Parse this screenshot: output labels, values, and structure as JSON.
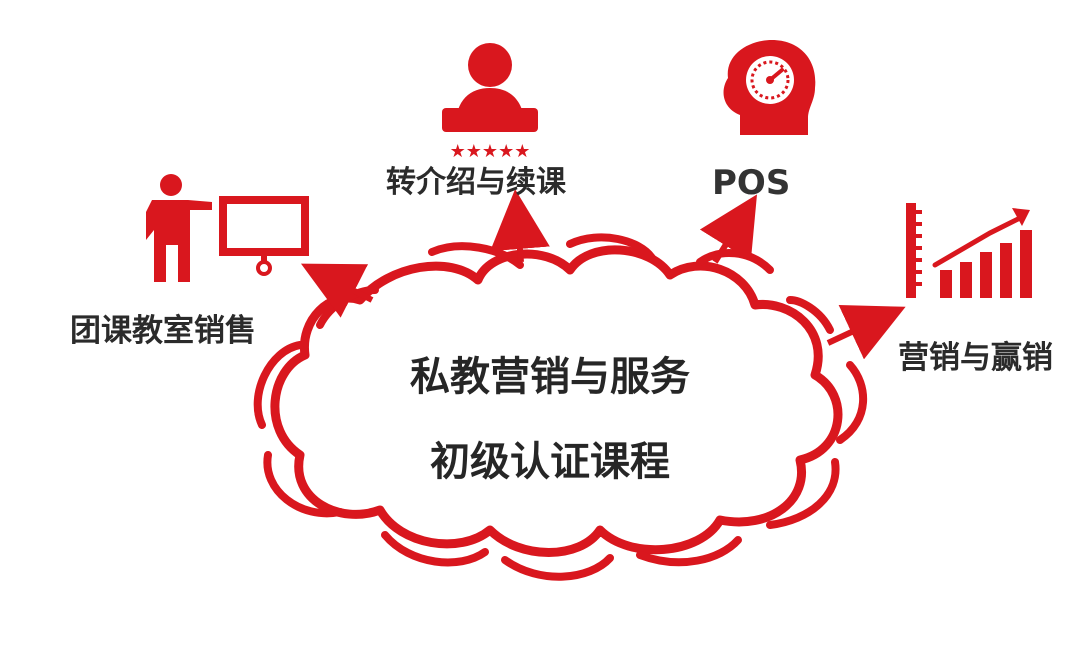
{
  "center": {
    "line1": "私教营销与服务",
    "line2": "初级认证课程"
  },
  "topics": {
    "group_class_sales": "团课教室销售",
    "referral_renewal": "转介绍与续课",
    "pos": "POS",
    "marketing_sales": "营销与赢销"
  },
  "icons": {
    "group_class_sales": "presenter-board-icon",
    "referral_renewal": "person-five-stars-icon",
    "pos": "head-gauge-icon",
    "marketing_sales": "rising-bar-chart-icon"
  },
  "colors": {
    "accent": "#d9171e",
    "text": "#2b2b2b",
    "background": "#ffffff"
  }
}
